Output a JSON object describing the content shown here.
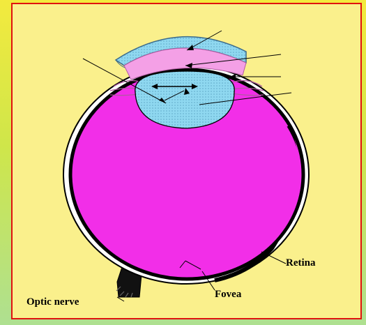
{
  "diagram": {
    "labels": {
      "optic_nerve": "Optic nerve",
      "fovea": "Fovea",
      "retina": "Retina"
    },
    "colors": {
      "slide_background": "#e8e83c",
      "panel_background": "#faf08c",
      "panel_border": "#e0120f",
      "vitreous": "#f22ee8",
      "cornea_and_lens": "#8fd8f0",
      "aqueous_humor": "#f4a0e6",
      "sclera": "#ffffff",
      "outline": "#000000"
    }
  }
}
